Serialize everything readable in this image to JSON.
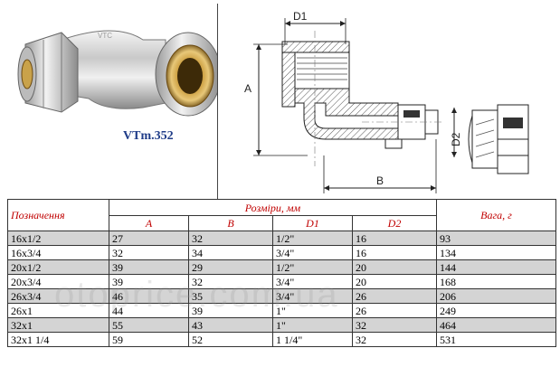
{
  "product": {
    "model_code": "VTm.352"
  },
  "drawing": {
    "labels": {
      "a": "A",
      "b": "B",
      "d1": "D1",
      "d2": "D2"
    }
  },
  "table": {
    "header": {
      "designation": "Позначення",
      "dimensions": "Розміри, мм",
      "weight": "Вага, г",
      "sub": [
        "A",
        "B",
        "D1",
        "D2"
      ]
    },
    "rows": [
      {
        "designation": "16x1/2",
        "a": "27",
        "b": "32",
        "d1": "1/2\"",
        "d2": "16",
        "weight": "93"
      },
      {
        "designation": "16x3/4",
        "a": "32",
        "b": "34",
        "d1": "3/4\"",
        "d2": "16",
        "weight": "134"
      },
      {
        "designation": "20x1/2",
        "a": "39",
        "b": "29",
        "d1": "1/2\"",
        "d2": "20",
        "weight": "144"
      },
      {
        "designation": "20x3/4",
        "a": "39",
        "b": "32",
        "d1": "3/4\"",
        "d2": "20",
        "weight": "168"
      },
      {
        "designation": "26x3/4",
        "a": "46",
        "b": "35",
        "d1": "3/4\"",
        "d2": "26",
        "weight": "206"
      },
      {
        "designation": "26x1",
        "a": "44",
        "b": "39",
        "d1": "1\"",
        "d2": "26",
        "weight": "249"
      },
      {
        "designation": "32x1",
        "a": "55",
        "b": "43",
        "d1": "1\"",
        "d2": "32",
        "weight": "464"
      },
      {
        "designation": "32x1 1/4",
        "a": "59",
        "b": "52",
        "d1": "1 1/4\"",
        "d2": "32",
        "weight": "531"
      }
    ]
  },
  "watermark": "otoprice.com.ua"
}
